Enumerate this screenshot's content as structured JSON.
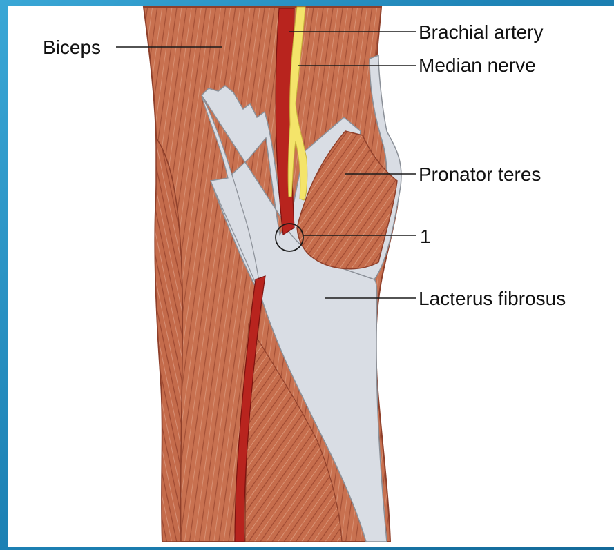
{
  "labels": {
    "biceps": "Biceps",
    "brachial_artery": "Brachial artery",
    "median_nerve": "Median nerve",
    "pronator_teres": "Pronator teres",
    "marker_1": "1",
    "lacterus_fibrosus": "Lacterus fibrosus"
  },
  "colors": {
    "frame": "#1d82b5",
    "muscle": "#c8704f",
    "muscle_dark": "#9e4a33",
    "fascia": "#d9dde4",
    "artery": "#b8241e",
    "nerve": "#f4e46a"
  }
}
